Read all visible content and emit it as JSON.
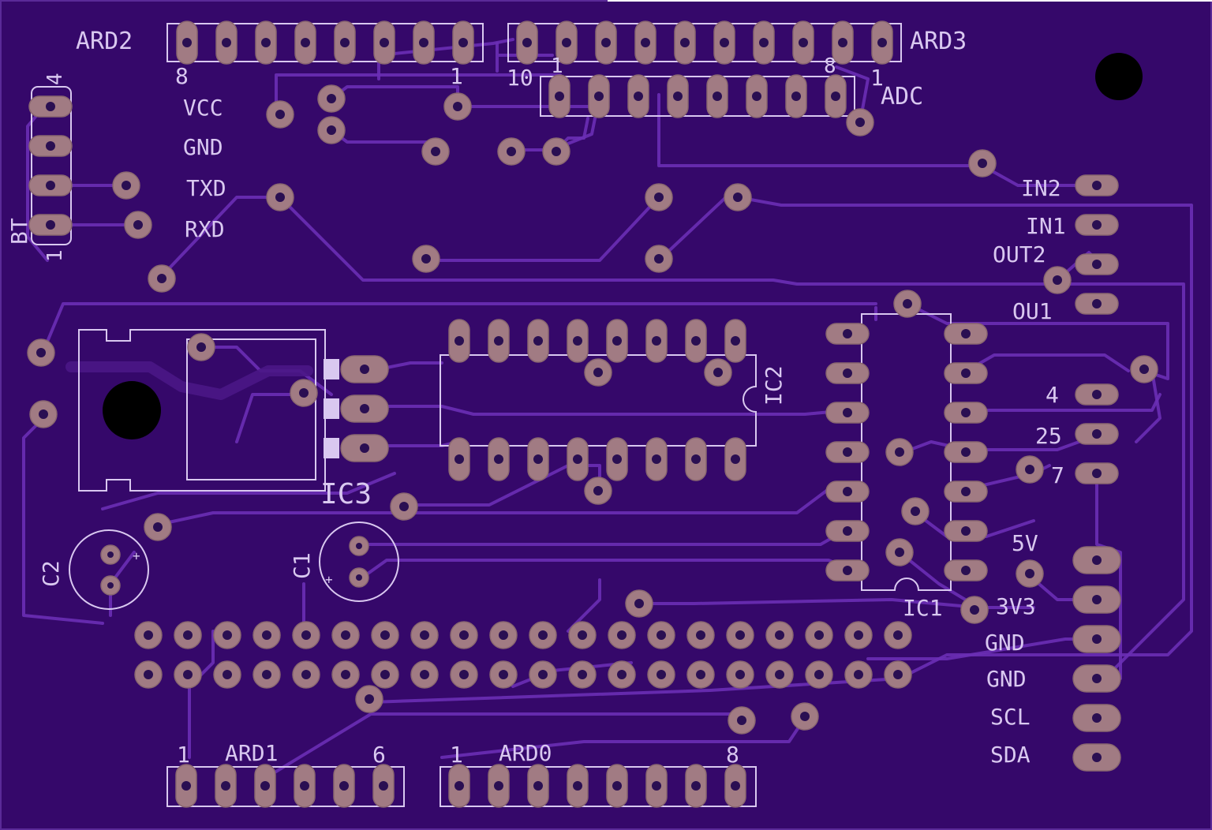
{
  "board": {
    "colors": {
      "background": "#35086a",
      "silkscreen": "#d9c8f0",
      "trace": "#6a2fb5",
      "pad": "#a17b83",
      "drill": "#2a0f52"
    }
  },
  "headers": {
    "ard2": {
      "name": "ARD2",
      "left": "8",
      "right": "1"
    },
    "ard3": {
      "name": "ARD3",
      "left": "10",
      "right": "1"
    },
    "adc": {
      "name": "ADC",
      "left": "1",
      "right": "8"
    },
    "bt": {
      "name": "BT",
      "top": "4",
      "bottom": "1"
    },
    "ard1": {
      "name": "ARD1",
      "left": "1",
      "right": "6"
    },
    "ard0": {
      "name": "ARD0",
      "left": "1",
      "right": "8"
    }
  },
  "labels": {
    "vcc": "VCC",
    "gnd": "GND",
    "txd": "TXD",
    "rxd": "RXD",
    "in2": "IN2",
    "in1": "IN1",
    "out2": "OUT2",
    "ou1": "OU1",
    "p4": "4",
    "p25": "25",
    "p7": "7",
    "v5": "5V",
    "v33": "3V3",
    "gnd1": "GND",
    "gnd2": "GND",
    "scl": "SCL",
    "sda": "SDA"
  },
  "parts": {
    "ic1": "IC1",
    "ic2": "IC2",
    "ic3": "IC3",
    "c1": "C1",
    "c2": "C2"
  }
}
